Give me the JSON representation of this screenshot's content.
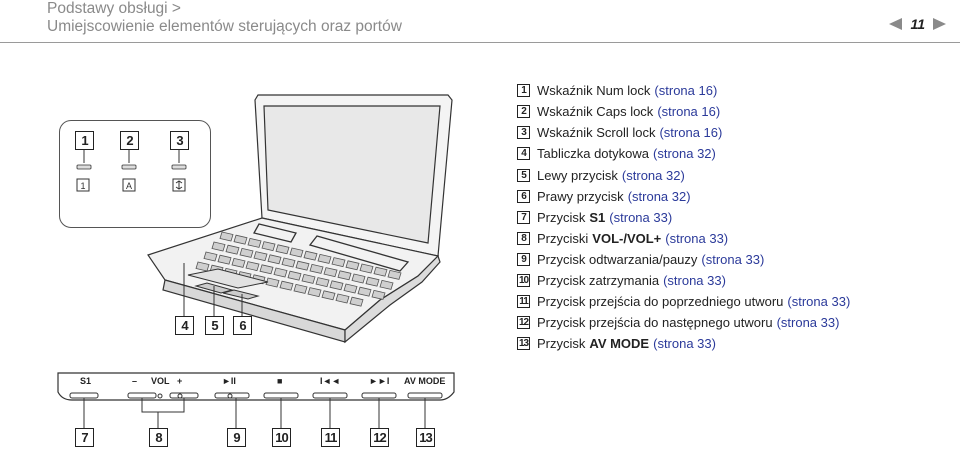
{
  "header": {
    "section": "Podstawy obsługi >",
    "title": "Umiejscowienie elementów sterujących oraz portów",
    "page_number": "11"
  },
  "indicators": [
    {
      "num": "1",
      "icon": "num-lock-icon"
    },
    {
      "num": "2",
      "icon": "caps-lock-icon"
    },
    {
      "num": "3",
      "icon": "scroll-lock-icon"
    }
  ],
  "laptop_callouts": [
    "4",
    "5",
    "6"
  ],
  "items": [
    {
      "num": "1",
      "pre": "Wskaźnik Num lock",
      "bold": "",
      "ref": "(strona 16)"
    },
    {
      "num": "2",
      "pre": "Wskaźnik Caps lock",
      "bold": "",
      "ref": "(strona 16)"
    },
    {
      "num": "3",
      "pre": "Wskaźnik Scroll lock",
      "bold": "",
      "ref": "(strona 16)"
    },
    {
      "num": "4",
      "pre": "Tabliczka dotykowa",
      "bold": "",
      "ref": "(strona 32)"
    },
    {
      "num": "5",
      "pre": "Lewy przycisk",
      "bold": "",
      "ref": "(strona 32)"
    },
    {
      "num": "6",
      "pre": "Prawy przycisk",
      "bold": "",
      "ref": "(strona 32)"
    },
    {
      "num": "7",
      "pre": "Przycisk",
      "bold": "S1",
      "ref": "(strona 33)"
    },
    {
      "num": "8",
      "pre": "Przyciski",
      "bold": "VOL-/VOL+",
      "ref": "(strona 33)"
    },
    {
      "num": "9",
      "pre": "Przycisk odtwarzania/pauzy",
      "bold": "",
      "ref": "(strona 33)"
    },
    {
      "num": "10",
      "pre": "Przycisk zatrzymania",
      "bold": "",
      "ref": "(strona 33)"
    },
    {
      "num": "11",
      "pre": "Przycisk przejścia do poprzedniego utworu",
      "bold": "",
      "ref": "(strona 33)"
    },
    {
      "num": "12",
      "pre": "Przycisk przejścia do następnego utworu",
      "bold": "",
      "ref": "(strona 33)"
    },
    {
      "num": "13",
      "pre": "Przycisk",
      "bold": "AV MODE",
      "ref": "(strona 33)"
    }
  ],
  "panel": {
    "labels": {
      "s1": "S1",
      "vol_minus": "–",
      "vol": "VOL",
      "vol_plus": "+",
      "play_pause": "►II",
      "stop": "■",
      "prev": "I◄◄",
      "next": "►►I",
      "av_mode": "AV MODE"
    },
    "callouts": [
      "7",
      "8",
      "9",
      "10",
      "11",
      "12",
      "13"
    ]
  },
  "colors": {
    "link": "#2b3a9a",
    "header_text": "#8a8a8a",
    "rule": "#9a9a9a"
  }
}
